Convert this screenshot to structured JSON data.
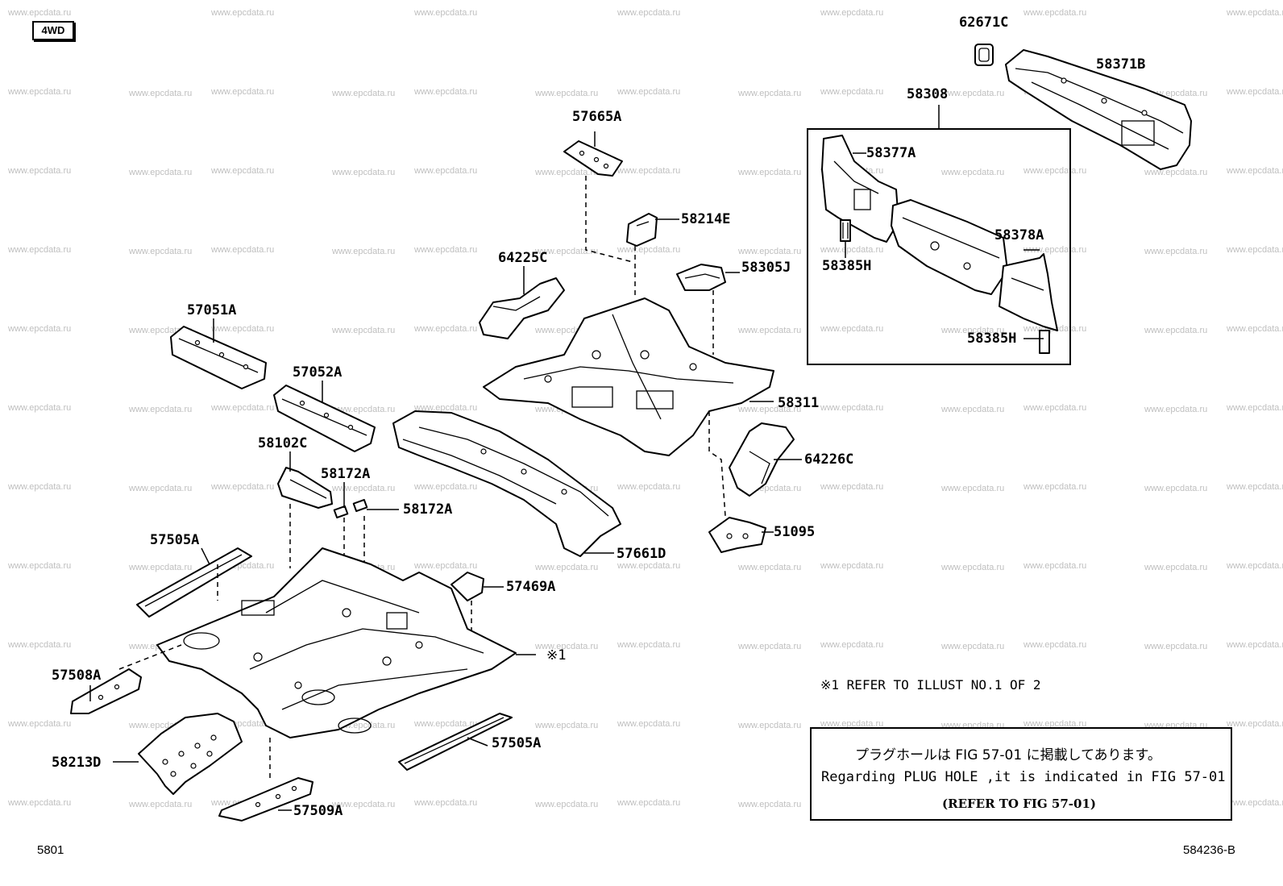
{
  "badge": "4WD",
  "watermark": "www.epcdata.ru",
  "parts": {
    "p62671C": "62671C",
    "p58371B": "58371B",
    "p58308": "58308",
    "p58377A": "58377A",
    "p58385H_a": "58385H",
    "p58378A": "58378A",
    "p58385H_b": "58385H",
    "p57665A": "57665A",
    "p58214E": "58214E",
    "p64225C": "64225C",
    "p58305J": "58305J",
    "p57051A": "57051A",
    "p57052A": "57052A",
    "p58311": "58311",
    "p58102C": "58102C",
    "p58172A_a": "58172A",
    "p58172A_b": "58172A",
    "p64226C": "64226C",
    "p51095": "51095",
    "p57661D": "57661D",
    "p57505A_a": "57505A",
    "p57469A": "57469A",
    "p_ref1": "※1",
    "p57508A": "57508A",
    "p58213D": "58213D",
    "p57505A_b": "57505A",
    "p57509A": "57509A"
  },
  "refer_note": "※1  REFER TO ILLUST NO.1 OF 2",
  "note_box": {
    "jp": "プラグホールは FIG 57-01 に掲載してあります。",
    "en": "Regarding PLUG HOLE ,it is indicated in FIG 57-01",
    "ref": "(REFER TO FIG 57-01)"
  },
  "footer": {
    "left": "5801",
    "right": "584236-B"
  }
}
